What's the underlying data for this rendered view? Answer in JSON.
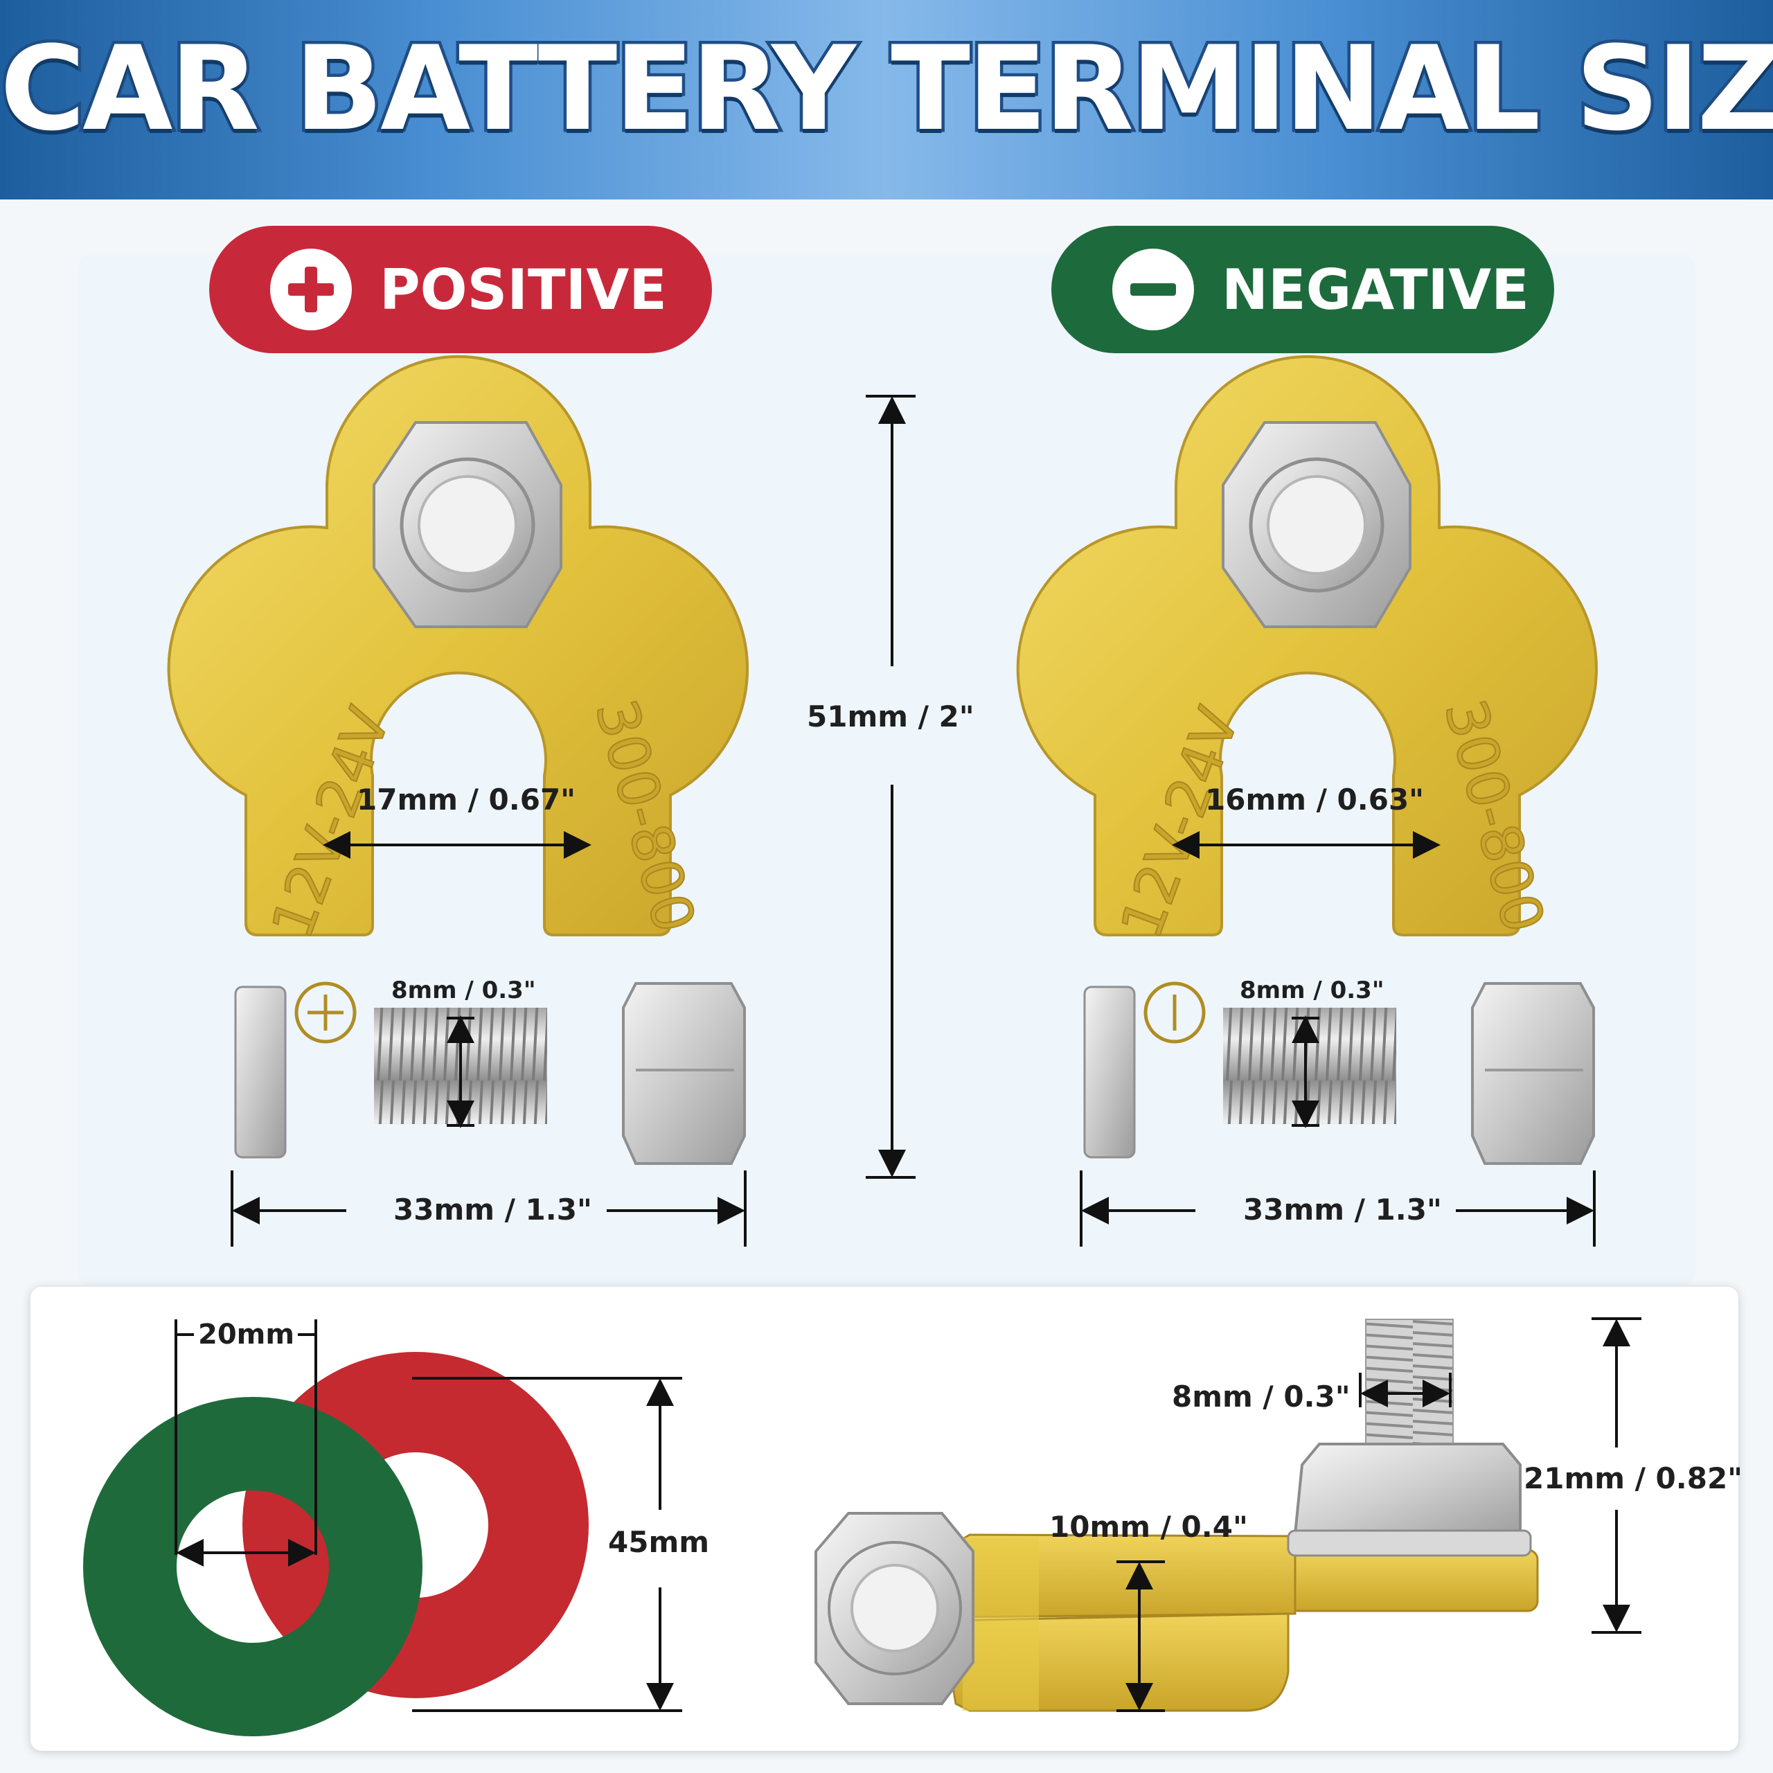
{
  "header": {
    "title": "CAR BATTERY TERMINAL SIZE"
  },
  "badges": {
    "positive": {
      "label": "POSITIVE",
      "color": "#c8293a"
    },
    "negative": {
      "label": "NEGATIVE",
      "color": "#1d6a3c"
    }
  },
  "terminals": {
    "height_label": "51mm / 2\"",
    "positive": {
      "inner_diameter": "17mm / 0.67\"",
      "bolt_diameter": "8mm / 0.3\"",
      "width": "33mm / 1.3\"",
      "engraving_left": "12V-24V",
      "engraving_right": "300-800"
    },
    "negative": {
      "inner_diameter": "16mm / 0.63\"",
      "bolt_diameter": "8mm / 0.3\"",
      "width": "33mm / 1.3\"",
      "engraving_left": "12V-24V",
      "engraving_right": "300-800"
    }
  },
  "washers": {
    "inner_label": "20mm",
    "outer_label": "45mm"
  },
  "side_view": {
    "stud_label": "8mm / 0.3\"",
    "thickness_label": "10mm / 0.4\"",
    "stud_height_label": "21mm / 0.82\""
  },
  "colors": {
    "brass": "#e3c33e",
    "positive_red": "#c8293a",
    "negative_green": "#1d6a3c",
    "banner_blue": "#1f4e86"
  }
}
